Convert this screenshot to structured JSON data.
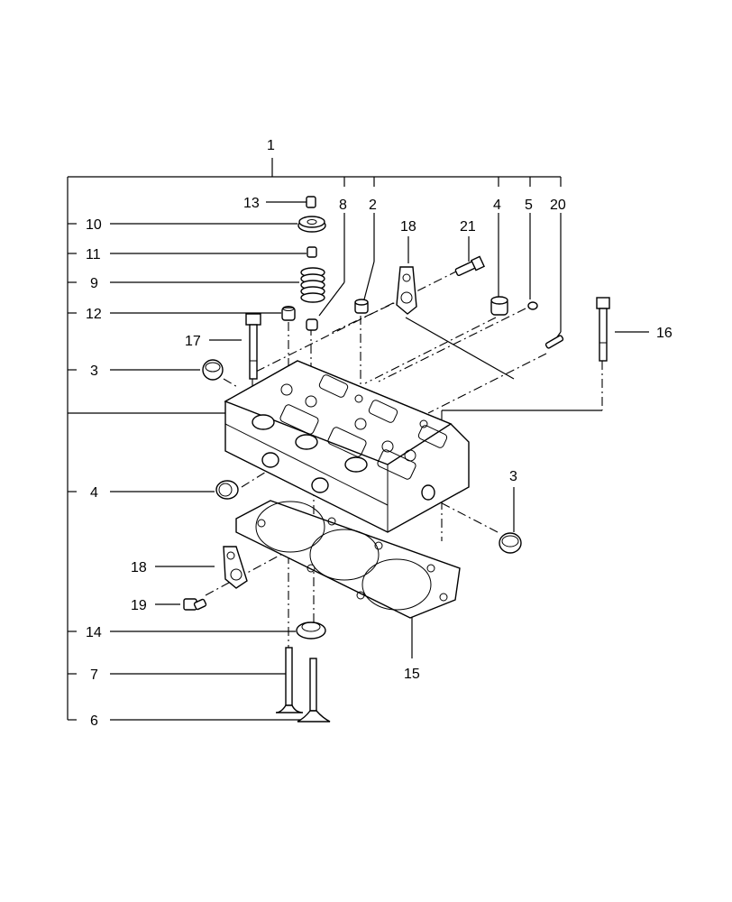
{
  "diagram": {
    "callouts": {
      "c1": "1",
      "c2": "2",
      "c3a": "3",
      "c3b": "3",
      "c4a": "4",
      "c4b": "4",
      "c5": "5",
      "c6": "6",
      "c7": "7",
      "c8": "8",
      "c9": "9",
      "c10": "10",
      "c11": "11",
      "c12": "12",
      "c13": "13",
      "c14": "14",
      "c15": "15",
      "c16": "16",
      "c17": "17",
      "c18a": "18",
      "c18b": "18",
      "c19": "19",
      "c20": "20",
      "c21": "21"
    }
  }
}
